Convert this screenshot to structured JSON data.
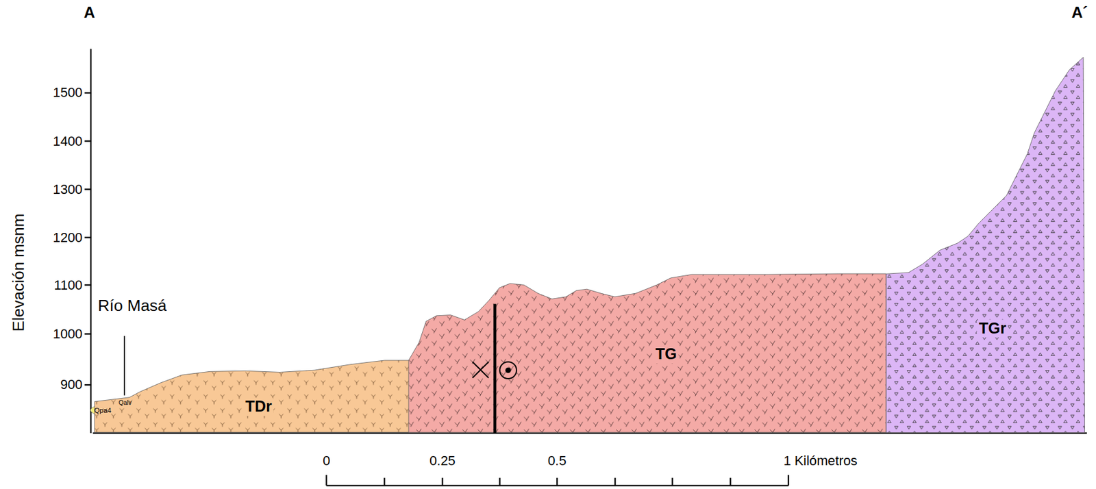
{
  "diagram": {
    "nodes": [
      {
        "text": [
          "Qpa4"
        ]
      },
      {
        "text": [
          "Qalv"
        ]
      },
      {
        "text": [
          "TDr"
        ]
      },
      {
        "text": [
          "TG"
        ]
      },
      {
        "text": [
          "TGr"
        ]
      }
    ],
    "labels": [
      "A",
      "A´",
      "1500",
      "1400",
      "1300",
      "1200",
      "1100",
      "1000",
      "900",
      "Elevación msnm",
      "Río Masá",
      "0",
      "0.25",
      "0.5",
      "1 Kilómetros"
    ]
  }
}
